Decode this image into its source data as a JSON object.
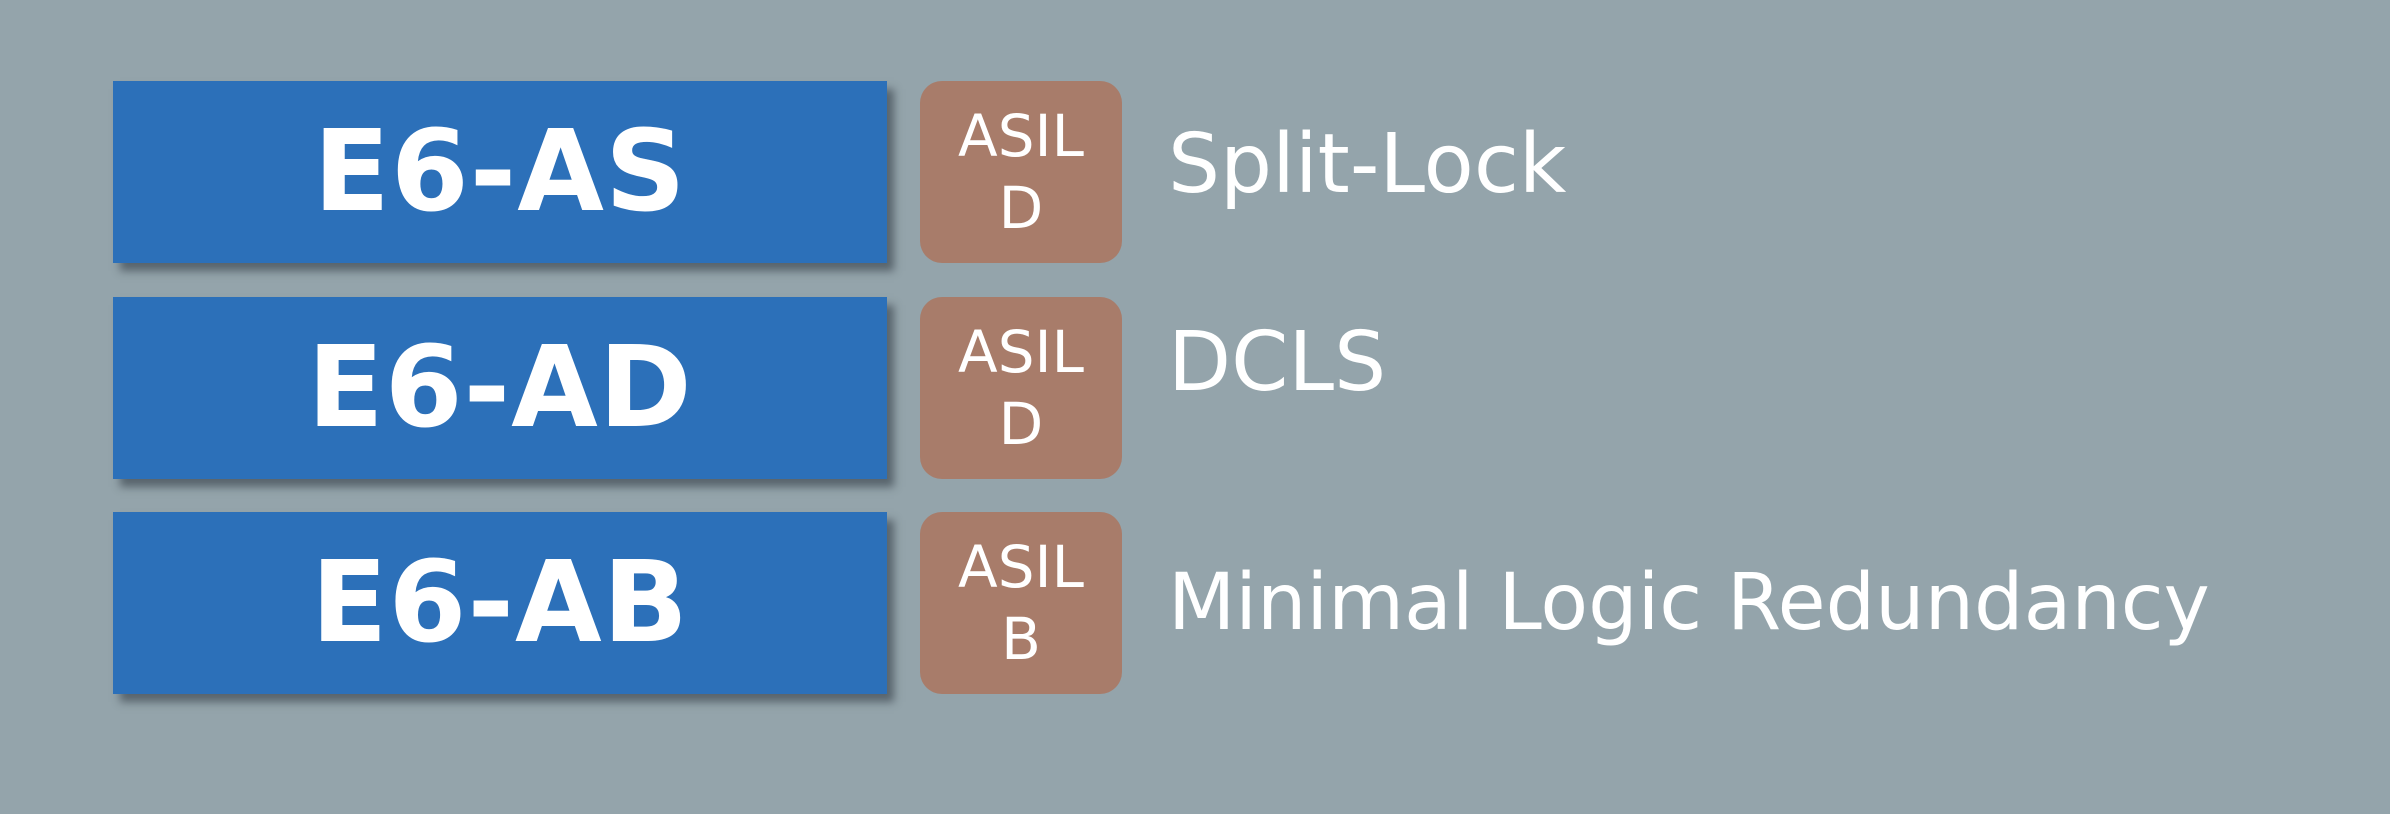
{
  "rows": [
    {
      "variant": "E6-AS",
      "asil_label": "ASIL",
      "asil_level": "D",
      "description": "Split-Lock"
    },
    {
      "variant": "E6-AD",
      "asil_label": "ASIL",
      "asil_level": "D",
      "description": "DCLS"
    },
    {
      "variant": "E6-AB",
      "asil_label": "ASIL",
      "asil_level": "B",
      "description": "Minimal Logic Redundancy"
    }
  ],
  "colors": {
    "background": "#94a4ab",
    "variant_box": "#2c70b9",
    "asil_badge": "#a87c6a",
    "text": "#ffffff"
  }
}
